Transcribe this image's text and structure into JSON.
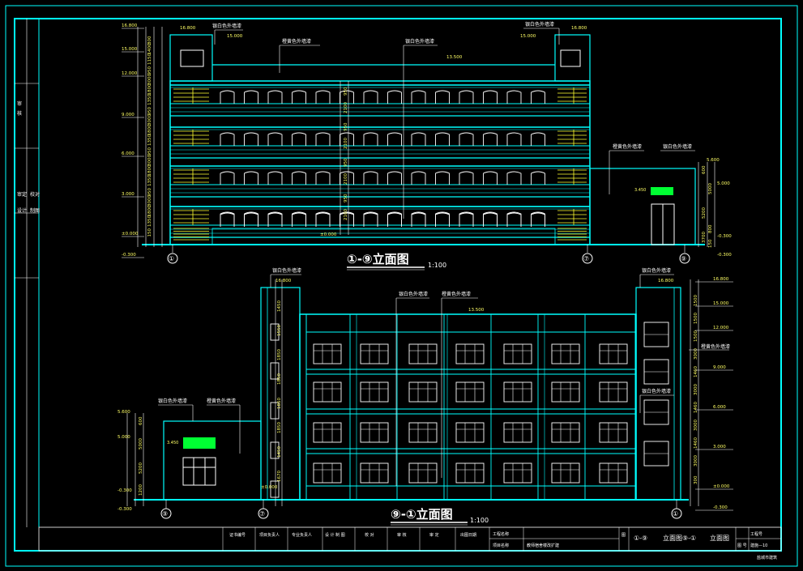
{
  "drawing": {
    "top_view": {
      "title": "①-⑨立面图",
      "scale": "1:100",
      "axes": [
        "①",
        "⑦",
        "⑨"
      ],
      "materials": [
        "银白色外墙漆",
        "橙黄色外墙漆",
        "银白色外墙漆",
        "橙黄色外墙漆",
        "银白色外墙漆"
      ],
      "elevations_left": [
        "16.800",
        "15.000",
        "12.000",
        "9.000",
        "6.000",
        "3.000",
        "±0.000",
        "-0.300"
      ],
      "elevations_top": [
        "16.800",
        "15.000",
        "13.500",
        "15.000",
        "16.800"
      ],
      "elevations_right": [
        "5.600",
        "5.000",
        "-0.300",
        "-0.300"
      ],
      "dims_left": [
        "800",
        "1400",
        "1150",
        "950",
        "3000",
        "1800",
        "1350",
        "950",
        "3000",
        "1800",
        "1350",
        "950",
        "3000",
        "1800",
        "1350",
        "950",
        "3000",
        "1800",
        "1350",
        "150"
      ],
      "dims_mid": [
        "950",
        "2100",
        "950",
        "2100",
        "950",
        "2100",
        "950",
        "2100"
      ],
      "dims_right": [
        "600",
        "5000",
        "5200",
        "800",
        "3700",
        "150"
      ],
      "entrance_level": "3.450",
      "ground_level": "±0.000"
    },
    "bottom_view": {
      "title": "⑨-①立面图",
      "scale": "1:100",
      "axes": [
        "⑨",
        "⑦",
        "①"
      ],
      "materials": [
        "银白色外墙漆",
        "银白色外墙漆",
        "橙黄色外墙漆",
        "银白色外墙漆",
        "橙黄色外墙漆",
        "橙黄色外墙漆",
        "银白色外墙漆"
      ],
      "elevations_left": [
        "5.600",
        "5.000",
        "-0.300",
        "-0.300"
      ],
      "elevations_top": [
        "16.800",
        "13.500",
        "16.800"
      ],
      "elevations_right": [
        "16.800",
        "15.000",
        "12.000",
        "9.000",
        "6.000",
        "3.000",
        "±0.000",
        "-0.300"
      ],
      "dims_left": [
        "600",
        "5000",
        "5200",
        "1200"
      ],
      "dims_mid": [
        "1450",
        "1550",
        "1850",
        "1850",
        "1850",
        "1850",
        "1450",
        "1670"
      ],
      "dims_right": [
        "1500",
        "1500",
        "1500",
        "3000",
        "1460",
        "3000",
        "1460",
        "3000",
        "1460",
        "3000",
        "300"
      ],
      "entrance_level": "3.450",
      "ground_level": "±0.000"
    },
    "title_block": {
      "left_strip": [
        "审",
        "核",
        "审定",
        "校对",
        "设计",
        "制图"
      ],
      "headers": [
        "证书编号",
        "项目负责人",
        "专业负责人",
        "设 计 制 图",
        "校 对",
        "审 核",
        "审 定",
        "出图日期",
        "工程名称",
        "项目名称",
        "图",
        "工程号"
      ],
      "project_name": "教师宿舍楼改扩建",
      "sheet_title": "①-⑨立面图⑨-①立面图",
      "sheet_title_a": "①-⑨",
      "sheet_title_b": "立面图⑨-①",
      "sheet_title_c": "立面图",
      "drawing_no_label": "图 号",
      "drawing_no": "建施—10",
      "company": "盐城市建筑"
    }
  }
}
